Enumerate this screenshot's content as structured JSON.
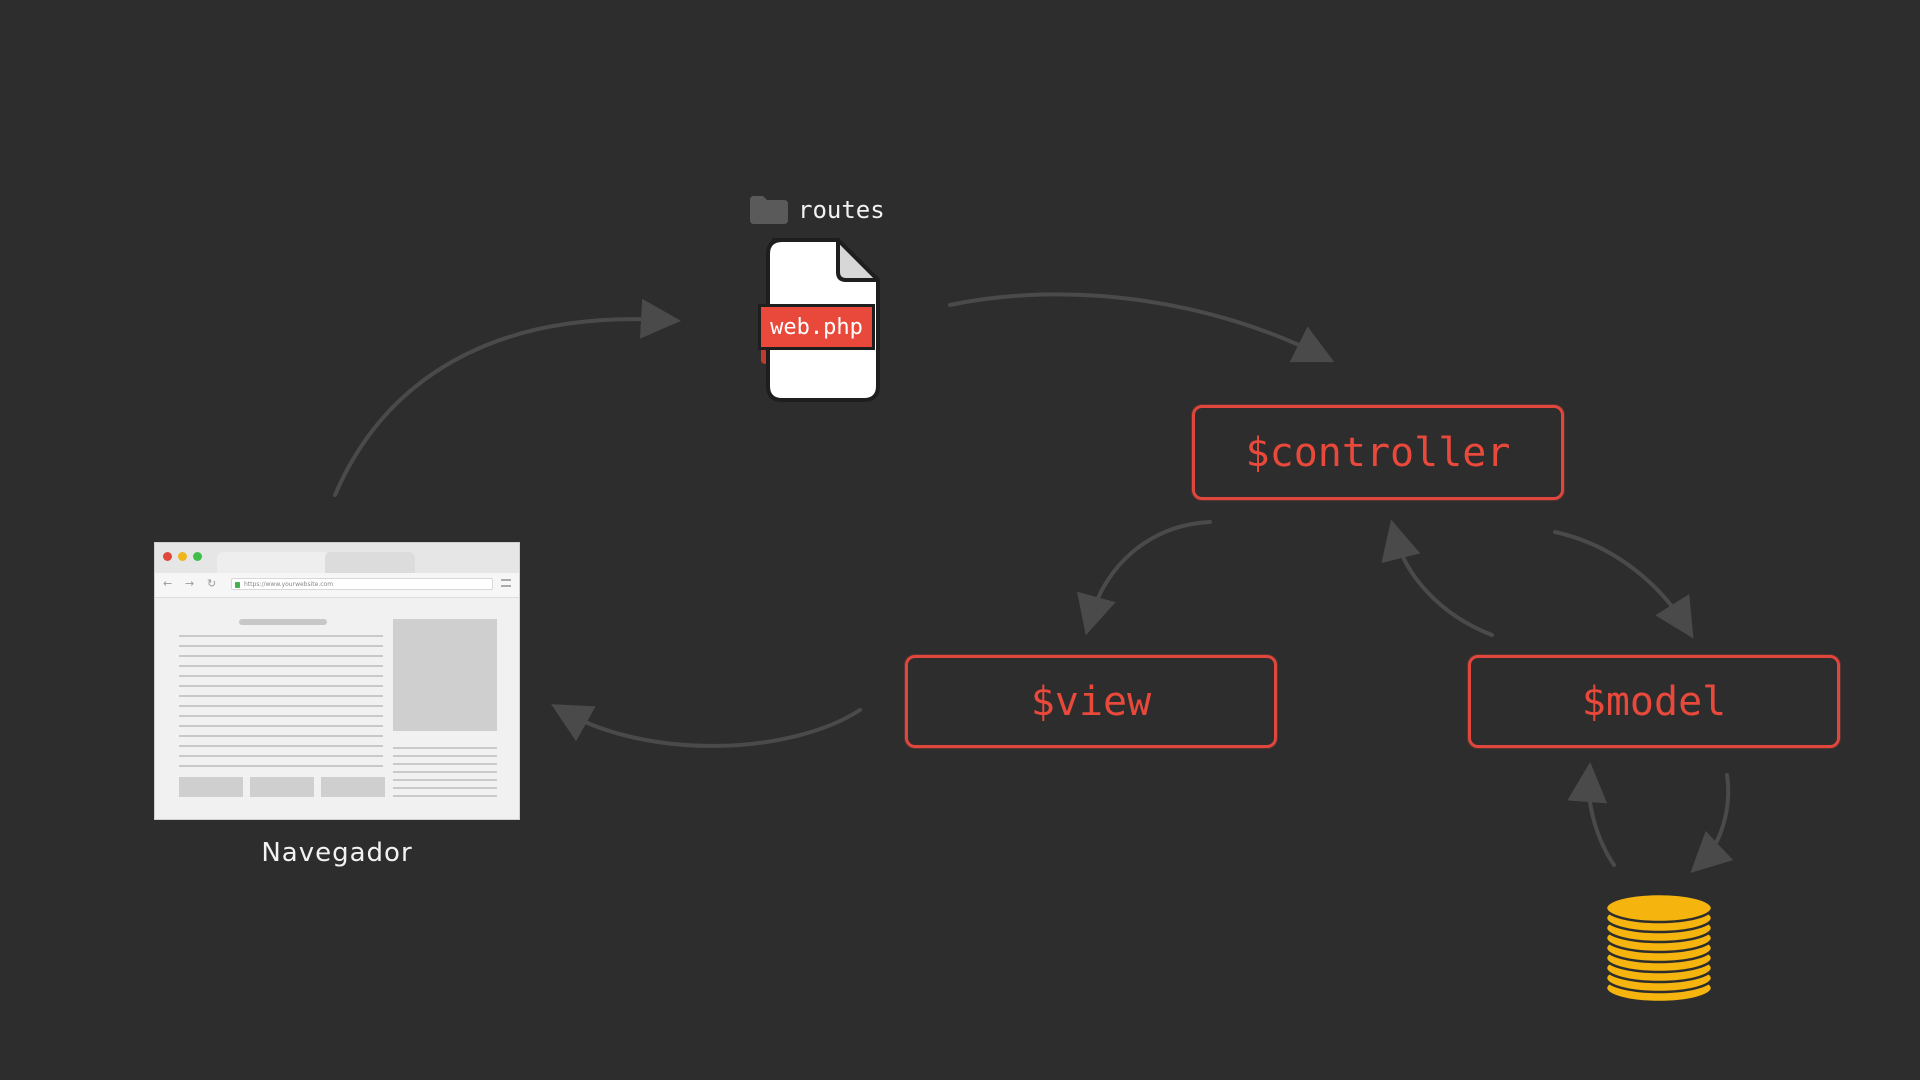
{
  "routes": {
    "folder_label": "routes",
    "file_name": "web.php"
  },
  "nodes": {
    "controller": "$controller",
    "view": "$view",
    "model": "$model"
  },
  "browser": {
    "label": "Navegador",
    "url": "https://www.yourwebsite.com"
  },
  "icons": {
    "folder": "folder-icon",
    "file": "file-icon",
    "browser": "browser-window-icon",
    "database": "database-coins-icon"
  },
  "colors": {
    "background": "#2d2d2d",
    "accent": "#e8493b",
    "arrow": "#4a4a4a",
    "database": "#f5b50e",
    "text": "#f2f2f2"
  }
}
